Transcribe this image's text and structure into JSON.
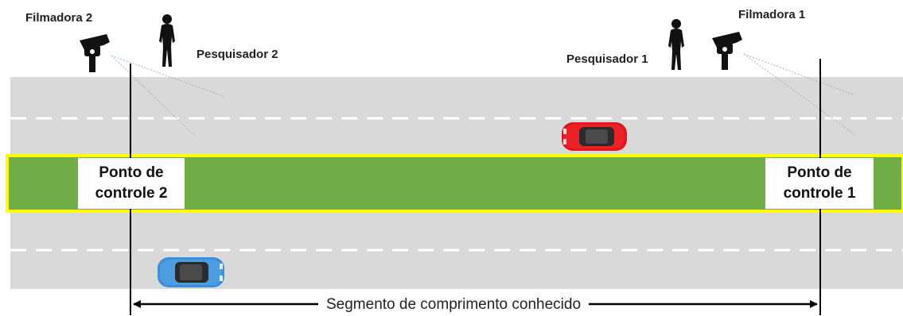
{
  "colors": {
    "road": "#d9d9d9",
    "lane_marking": "#ffffff",
    "median": "#70ad47",
    "median_border": "#ffff00",
    "car_red": "#e0161c",
    "car_blue": "#3c8fd8",
    "sight_line": "#8fb4dc",
    "silhouette": "#111111"
  },
  "icons": {
    "camera_2": "video-camera-icon",
    "camera_1": "video-camera-icon",
    "researcher_2": "person-silhouette-icon",
    "researcher_1": "person-silhouette-icon",
    "car_top": "car-top-view-icon",
    "car_bottom": "car-top-view-icon"
  },
  "labels": {
    "camera_2": "Filmadora  2",
    "camera_1": "Filmadora  1",
    "researcher_2": "Pesquisador 2",
    "researcher_1": "Pesquisador 1"
  },
  "control_points": [
    {
      "line1": "Ponto de",
      "line2": "controle 2"
    },
    {
      "line1": "Ponto de",
      "line2": "controle 1"
    }
  ],
  "segment": {
    "label": "Segmento de  comprimento conhecido"
  }
}
